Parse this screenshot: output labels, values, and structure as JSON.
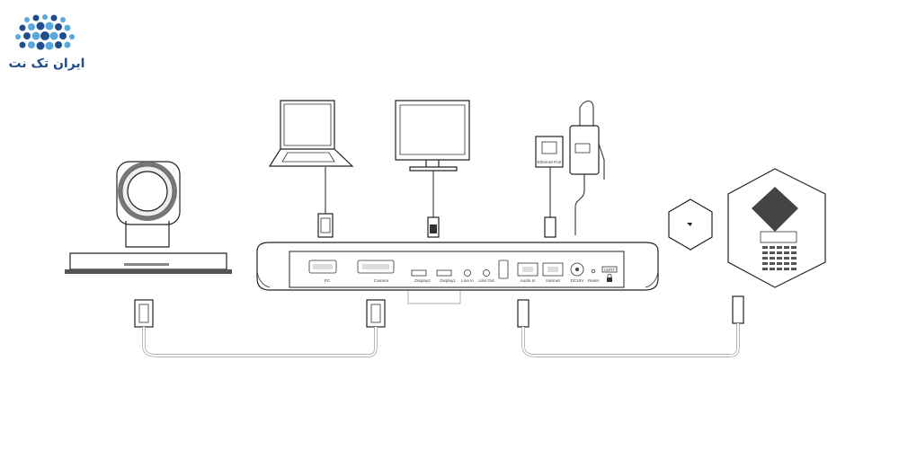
{
  "brand": {
    "logo_text": "ایران تک نت",
    "logo_name": "iran-tak-net-logo",
    "colors": {
      "dot_dark": "#1f4e8c",
      "dot_light": "#5aa7e0"
    }
  },
  "codec_ports": {
    "pc": "PC",
    "camera": "Camera",
    "display2": "Display2",
    "display1": "Display1",
    "line_in": "Line In",
    "line_out": "Line Out",
    "audio_in": "Audio In",
    "internet": "Internet",
    "dc": "DC19V",
    "reset": "Reset",
    "cert": "CERT"
  },
  "devices": {
    "camera": "camera-icon",
    "laptop": "laptop-icon",
    "monitor": "monitor-icon",
    "codec": "codec-unit",
    "power_adapter": "power-adapter-icon",
    "wall_jack": "wall-jack-icon",
    "expansion_mic": "expansion-mic-icon",
    "conference_phone": "conference-phone-icon"
  }
}
